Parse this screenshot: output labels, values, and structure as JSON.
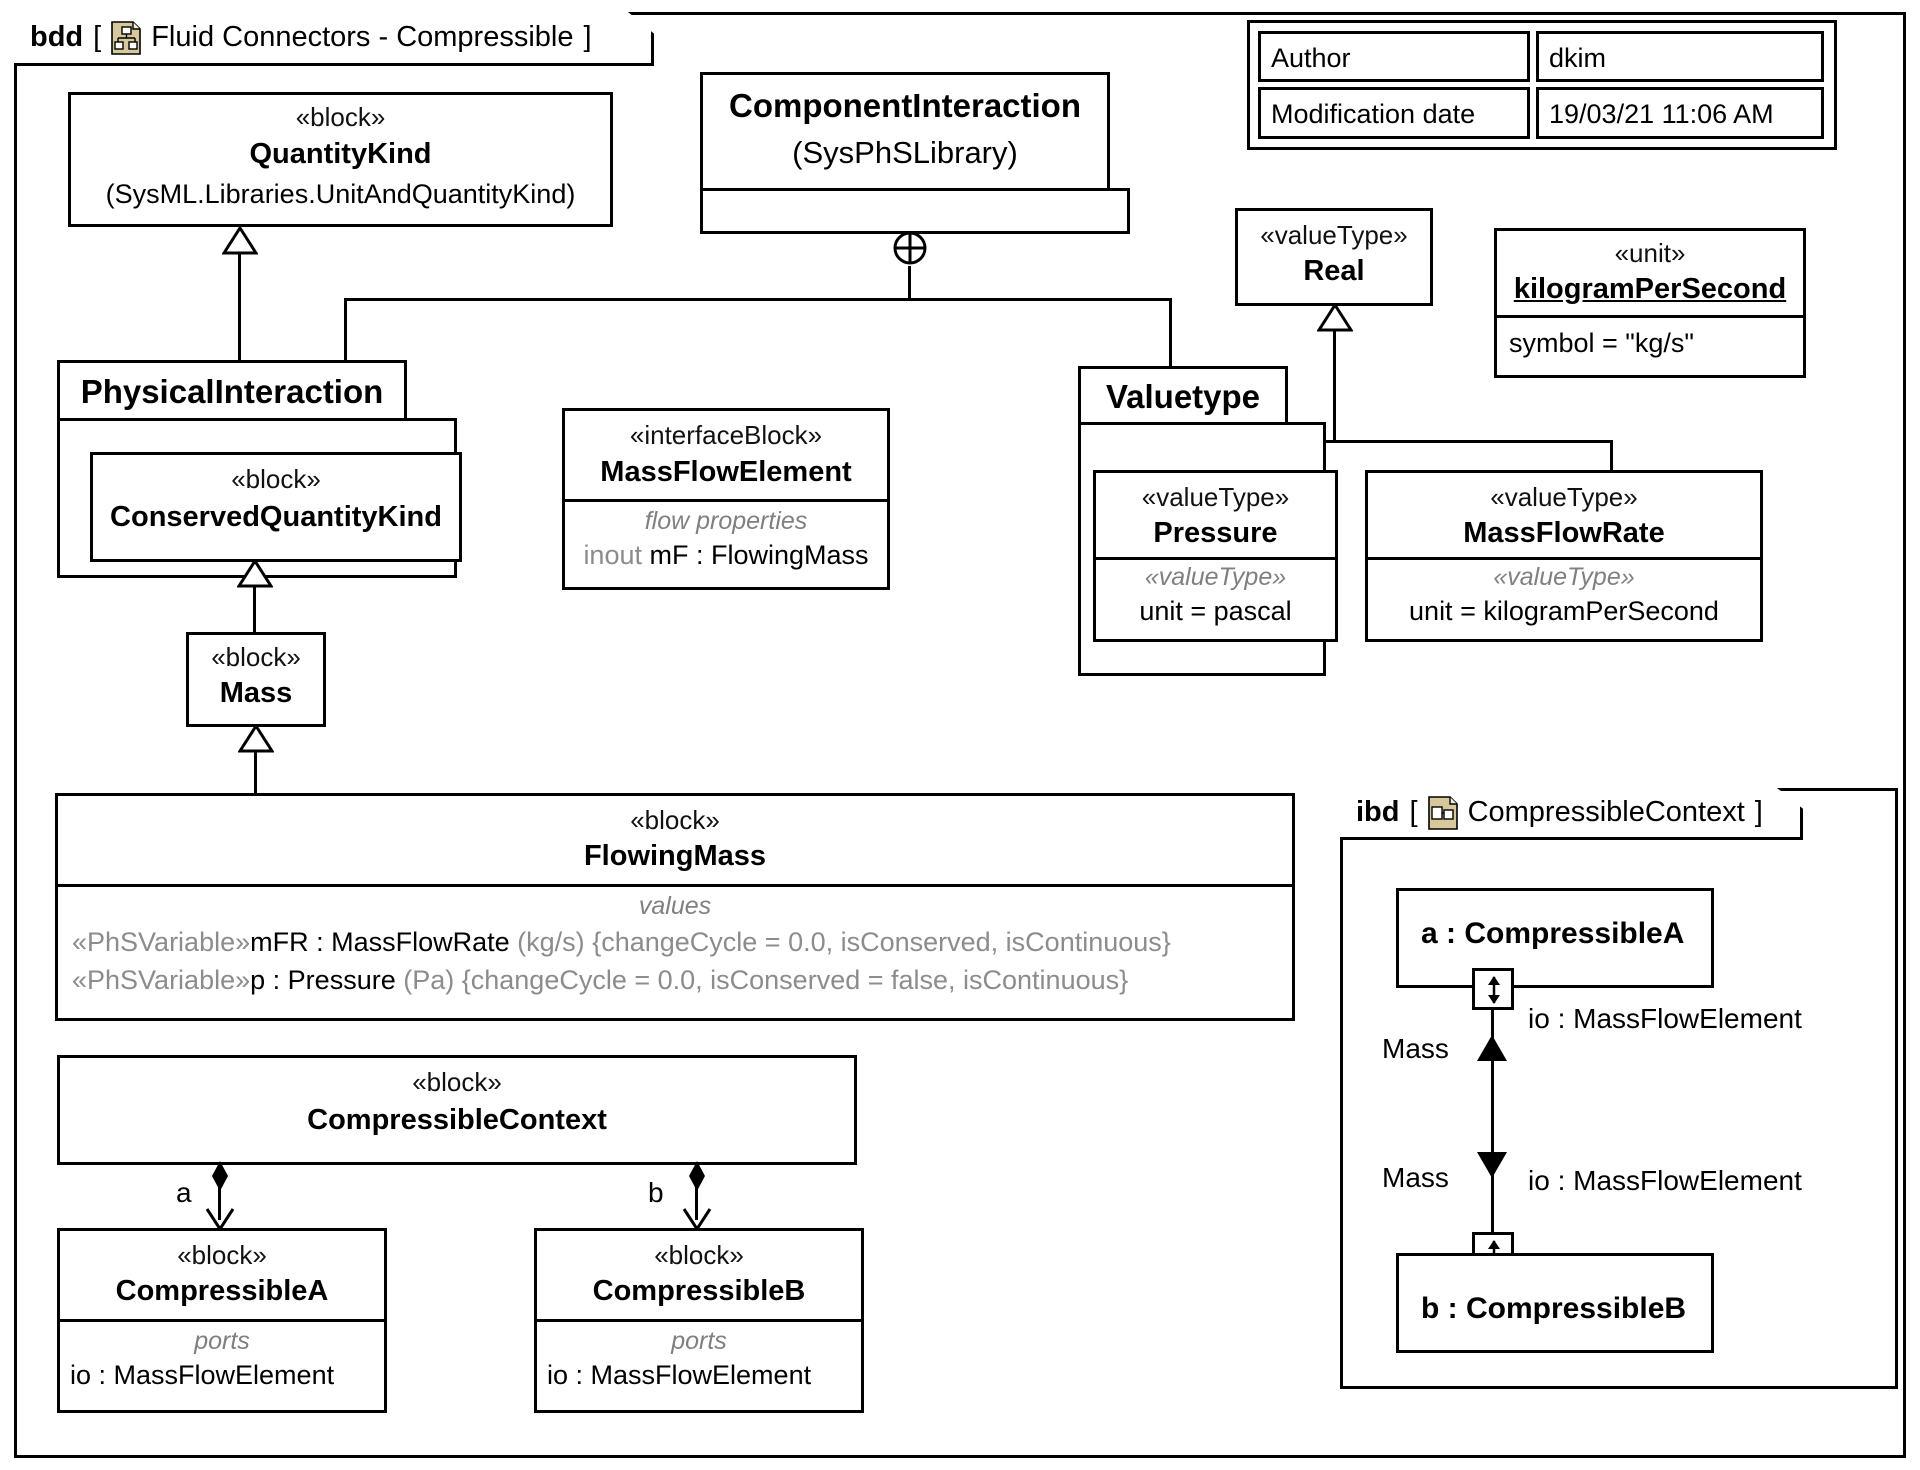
{
  "diagram": {
    "kind": "bdd",
    "bracket_open": "[",
    "bracket_close": "]",
    "name": "Fluid Connectors - Compressible",
    "icon": "bdd-diagram-icon"
  },
  "info_table": {
    "rows": [
      {
        "label": "Author",
        "value": "dkim"
      },
      {
        "label": "Modification date",
        "value": "19/03/21 11:06 AM"
      }
    ]
  },
  "blocks": {
    "quantity_kind": {
      "stereotype": "«block»",
      "name": "QuantityKind",
      "qualified": "(SysML.Libraries.UnitAndQuantityKind)"
    },
    "component_interaction": {
      "name": "ComponentInteraction",
      "qualified": "(SysPhSLibrary)"
    },
    "physical_interaction": {
      "name": "PhysicalInteraction"
    },
    "conserved_quantity_kind": {
      "stereotype": "«block»",
      "name": "ConservedQuantityKind"
    },
    "mass": {
      "stereotype": "«block»",
      "name": "Mass"
    },
    "mass_flow_element": {
      "stereotype": "«interfaceBlock»",
      "name": "MassFlowElement",
      "compartment_label": "flow properties",
      "features": [
        {
          "direction": "inout",
          "text": " mF : FlowingMass"
        }
      ]
    },
    "real": {
      "stereotype": "«valueType»",
      "name": "Real"
    },
    "valuetype": {
      "name": "Valuetype"
    },
    "pressure": {
      "stereotype": "«valueType»",
      "name": "Pressure",
      "compartment_label": "«valueType»",
      "feature": "unit = pascal"
    },
    "mass_flow_rate": {
      "stereotype": "«valueType»",
      "name": "MassFlowRate",
      "compartment_label": "«valueType»",
      "feature": "unit = kilogramPerSecond"
    },
    "kilogram_per_second": {
      "stereotype": "«unit»",
      "name": "kilogramPerSecond",
      "feature": "symbol = \"kg/s\""
    },
    "flowing_mass": {
      "stereotype": "«block»",
      "name": "FlowingMass",
      "compartment_label": "values",
      "values": [
        {
          "stereotype": "«PhSVariable»",
          "prop": "mFR",
          "sep": " : ",
          "type": "MassFlowRate",
          "unit": " (kg/s) ",
          "constraints": "{changeCycle = 0.0, isConserved, isContinuous}"
        },
        {
          "stereotype": "«PhSVariable»",
          "prop": "p",
          "sep": " : ",
          "type": "Pressure",
          "unit": " (Pa) ",
          "constraints": "{changeCycle = 0.0, isConserved = false, isContinuous}"
        }
      ]
    },
    "compressible_context": {
      "stereotype": "«block»",
      "name": "CompressibleContext"
    },
    "compressible_a": {
      "stereotype": "«block»",
      "name": "CompressibleA",
      "compartment_label": "ports",
      "port": "io : MassFlowElement"
    },
    "compressible_b": {
      "stereotype": "«block»",
      "name": "CompressibleB",
      "compartment_label": "ports",
      "port": "io : MassFlowElement"
    }
  },
  "association_labels": {
    "part_a": "a",
    "part_b": "b"
  },
  "ibd": {
    "kind": "ibd",
    "bracket_open": "[",
    "bracket_close": "]",
    "name": "CompressibleContext",
    "icon": "ibd-diagram-icon",
    "parts": [
      {
        "name": "a : CompressibleA"
      },
      {
        "name": "b : CompressibleB"
      }
    ],
    "ports": [
      {
        "label": "io : MassFlowElement"
      },
      {
        "label": "io : MassFlowElement"
      }
    ],
    "flows": [
      {
        "label": "Mass",
        "direction": "up"
      },
      {
        "label": "Mass",
        "direction": "down"
      }
    ]
  },
  "colors": {
    "line": "#000000",
    "background": "#ffffff",
    "muted_text": "#8c8c8c",
    "icon_fill": "#d6c89a"
  }
}
